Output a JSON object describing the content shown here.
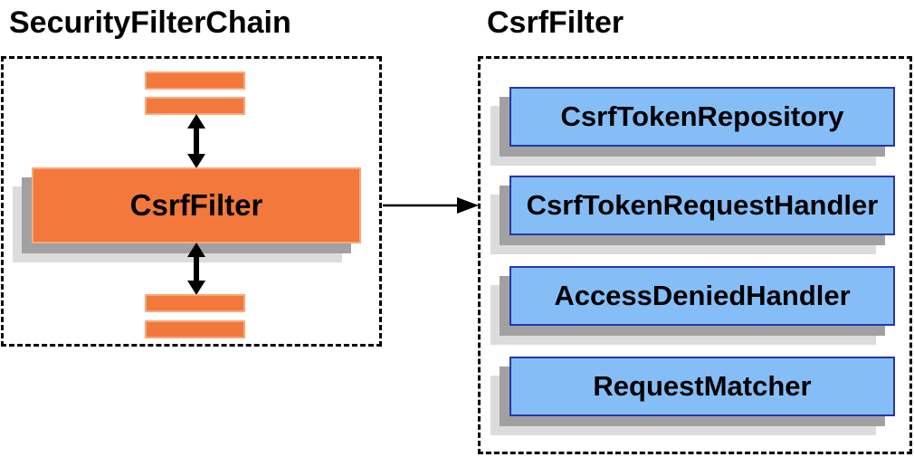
{
  "left_panel": {
    "title": "SecurityFilterChain",
    "csrf_filter_label": "CsrfFilter",
    "other_filter_bars": 4
  },
  "right_panel": {
    "title": "CsrfFilter",
    "components": [
      "CsrfTokenRepository",
      "CsrfTokenRequestHandler",
      "AccessDeniedHandler",
      "RequestMatcher"
    ]
  },
  "colors": {
    "orange": "#F2783B",
    "orange-border": "#F9A97C",
    "blue": "#85BEF7",
    "blue-border": "#2438A8",
    "shadow-dark": "#A1A1A1",
    "shadow-light": "#DCDCDC",
    "ink": "#000000",
    "bg": "#FFFFFF"
  }
}
